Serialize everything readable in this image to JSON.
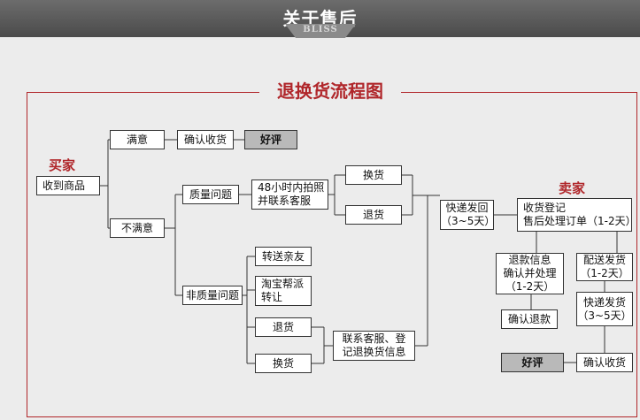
{
  "header": {
    "title": "关于售后",
    "subtitle": "BLISS"
  },
  "diagram": {
    "title": "退换货流程图",
    "buyer_label": "买家",
    "seller_label": "卖家",
    "nodes": {
      "receive_goods": "收到商品",
      "satisfied": "满意",
      "confirm_receipt_1": "确认收货",
      "good_review_1": "好评",
      "unsatisfied": "不满意",
      "quality_issue": "质量问题",
      "contact_48h": "48小时内拍照\n并联系客服",
      "exchange_1": "换货",
      "return_1": "退货",
      "non_quality_issue": "非质量问题",
      "transfer_friend": "转送亲友",
      "taobao_resell": "淘宝帮派\n转让",
      "return_2": "退货",
      "exchange_2": "换货",
      "contact_register": "联系客服、登\n记退换货信息",
      "express_return": "快递发回\n（3~5天）",
      "seller_register": "收货登记\n售后处理订单（1-2天）",
      "refund_info": "退款信息\n确认并处理\n（1-2天）",
      "confirm_refund": "确认退款",
      "dispatch": "配送发货\n（1-2天）",
      "express_ship": "快递发货\n（3~5天）",
      "good_review_2": "好评",
      "confirm_receipt_2": "确认收货"
    }
  }
}
